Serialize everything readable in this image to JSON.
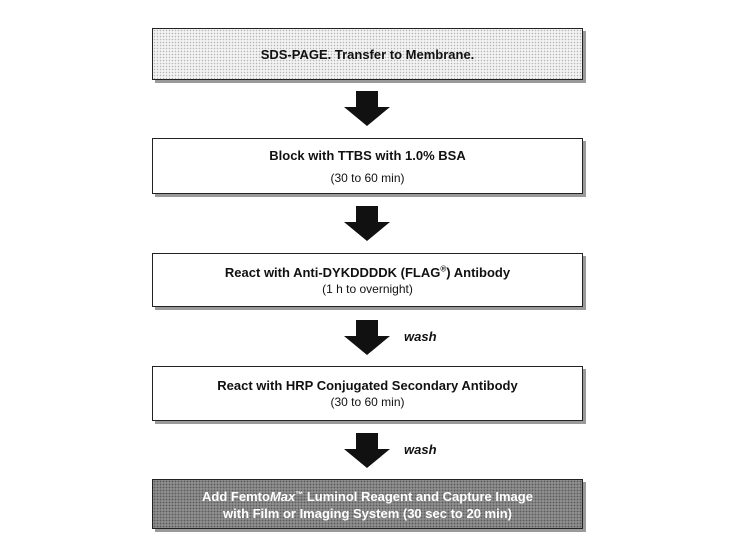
{
  "steps": [
    {
      "title": "SDS-PAGE.  Transfer to Membrane.",
      "sub": ""
    },
    {
      "title": "Block with TTBS with 1.0% BSA",
      "sub": "(30 to 60 min)"
    },
    {
      "title_pre": "React with Anti-DYKDDDDK (FLAG",
      "title_sup": "®",
      "title_post": ") Antibody",
      "sub": "(1 h to overnight)"
    },
    {
      "title": "React with HRP Conjugated Secondary Antibody",
      "sub": "(30 to 60 min)"
    },
    {
      "line1_pre": "Add Femto",
      "line1_italic": "Max",
      "line1_tm": "™",
      "line1_post": " Luminol Reagent and Capture Image",
      "line2": "with Film or Imaging System (30 sec to 20 min)"
    }
  ],
  "arrows": [
    {
      "label": ""
    },
    {
      "label": ""
    },
    {
      "label": "wash"
    },
    {
      "label": "wash"
    }
  ]
}
